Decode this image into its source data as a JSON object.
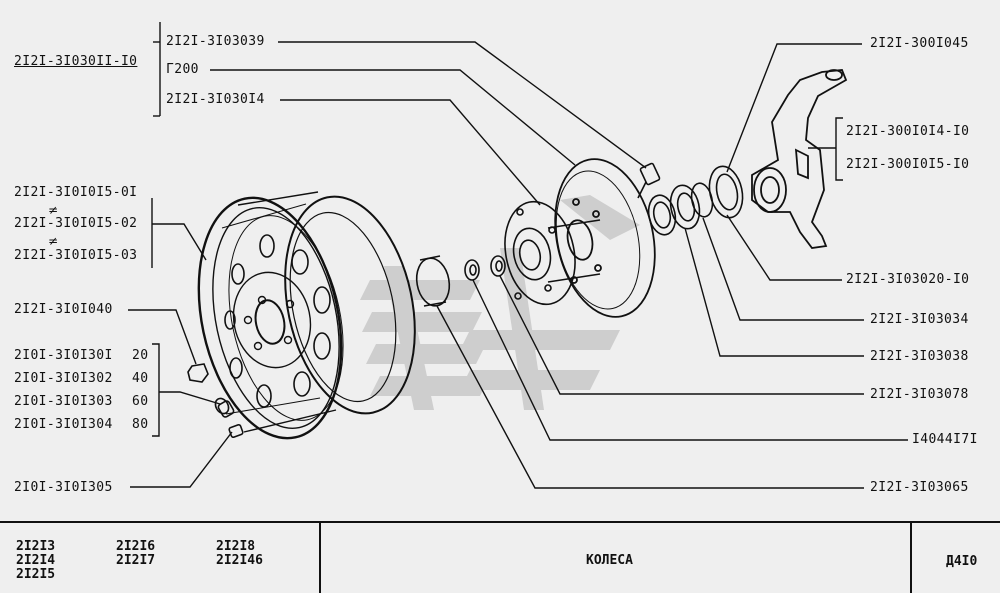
{
  "labels": {
    "group_main": "2I2I-3I030II-I0",
    "lbl_039": "2I2I-3I03039",
    "lbl_g200": "Г200",
    "lbl_014": "2I2I-3I030I4",
    "lbl_045": "2I2I-300I045",
    "lbl_014_10": "2I2I-300I0I4-I0",
    "lbl_015_10": "2I2I-300I0I5-I0",
    "lbl_rim_01": "2I2I-3I0I0I5-0I",
    "lbl_rim_02": "2I2I-3I0I0I5-02",
    "lbl_rim_03": "2I2I-3I0I0I5-03",
    "lbl_040": "2I2I-3I0I040",
    "lbl_301": "2I0I-3I0I30I",
    "lbl_302": "2I0I-3I0I302",
    "lbl_303": "2I0I-3I0I303",
    "lbl_304": "2I0I-3I0I304",
    "val_301": "20",
    "val_302": "40",
    "val_303": "60",
    "val_304": "80",
    "lbl_305": "2I0I-3I0I305",
    "lbl_020": "2I2I-3I03020-I0",
    "lbl_034": "2I2I-3I03034",
    "lbl_038": "2I2I-3I03038",
    "lbl_078": "2I2I-3I03078",
    "lbl_171": "I4044I7I",
    "lbl_065": "2I2I-3I03065",
    "not_equal": "≠"
  },
  "title_block": {
    "models_col1": [
      "2I2I3",
      "2I2I4",
      "2I2I5"
    ],
    "models_col2": [
      "2I2I6",
      "2I2I7"
    ],
    "models_col3": [
      "2I2I8",
      "2I2I46"
    ],
    "title": "КОЛЕСА",
    "sheet": "Д4I0"
  }
}
